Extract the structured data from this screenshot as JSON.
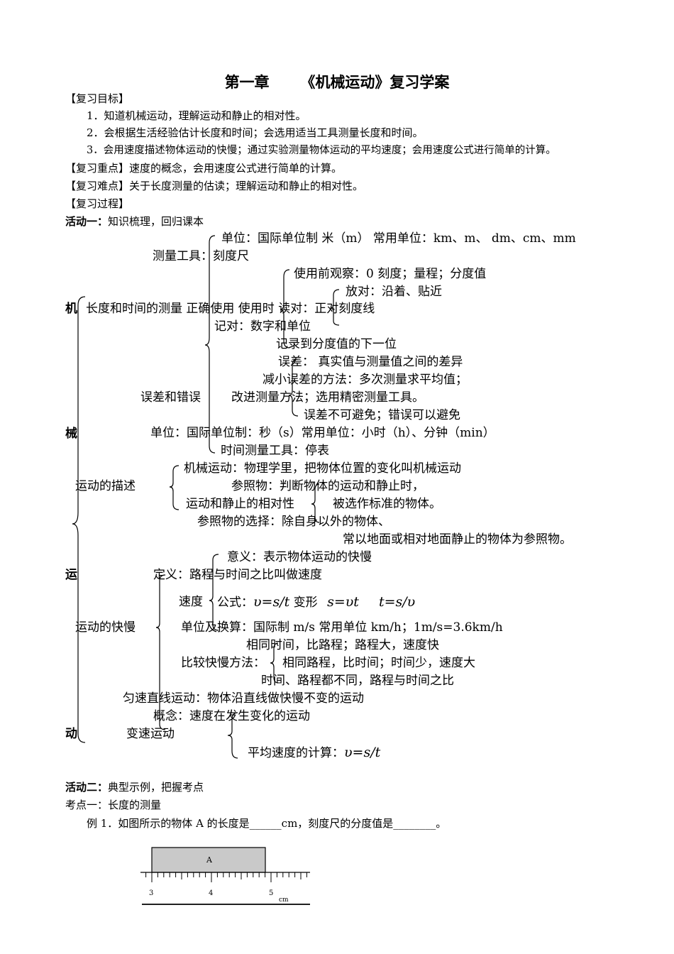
{
  "title": "第一章      《机械运动》复习学案",
  "objectives": {
    "heading": "【复习目标】",
    "items": [
      "1．知道机械运动，理解运动和静止的相对性。",
      "2．会根据生活经验估计长度和时间；会选用适当工具测量长度和时间。",
      "3．会用速度描述物体运动的快慢；通过实验测量物体运动的平均速度；会用速度公式进行简单的计算。"
    ]
  },
  "key_points": "【复习重点】速度的概念，会用速度公式进行简单的计算。",
  "difficulties": "【复习难点】关于长度测量的估读；理解运动和静止的相对性。",
  "process_heading": "【复习过程】",
  "activity1": {
    "label": "活动一：",
    "text": "知识梳理，回归课本"
  },
  "mindmap": {
    "root_chars": [
      "机",
      "械",
      "运",
      "动"
    ],
    "length_unit": "单位：国际单位制 米（m） 常用单位：km、m、 dm、cm、mm",
    "measure_tool": "测量工具：刻度尺",
    "before_use": "使用前观察：0 刻度；量程；分度值",
    "place_right": "放对：沿着、贴近",
    "measurement_row": "长度和时间的测量   正确使用  使用时  读对：正对刻度线",
    "record_right": "记对：数字和单位",
    "record_next": "记录到分度值的下一位",
    "error_def": "误差：  真实值与测量值之间的差异",
    "reduce_error": "减小误差的方法：多次测量求平均值；",
    "error_mistake": "误差和错误",
    "improve_method": "改进测量方法；选用精密测量工具。",
    "unavoidable": "误差不可避免；错误可以避免",
    "time_unit": "单位：国际单位制：秒（s）常用单位：小时（h）、分钟（min）",
    "time_tool": "时间测量工具：停表",
    "mech_motion": "机械运动：物理学里，把物体位置的变化叫机械运动",
    "motion_desc": "运动的描述",
    "reference_obj": "参照物：判断物体的运动和静止时，",
    "relativity": "运动和静止的相对性",
    "chosen_standard": "被选作标准的物体。",
    "ref_choice": "参照物的选择：除自身以外的物体、",
    "ground_ref": "常以地面或相对地面静止的物体为参照物。",
    "meaning": "意义：表示物体运动的快慢",
    "definition": "定义：路程与时间之比叫做速度",
    "speed": "速度",
    "formula_label": "公式：",
    "formula_v": "υ=s/t",
    "deform": " 变形 ",
    "formula_s": "s=υt",
    "formula_t": "t=s/υ",
    "motion_speed": "运动的快慢",
    "unit_conversion": "单位及换算：国际制 m/s 常用单位 km/h；1m/s=3.6km/h",
    "same_time": "相同时间，比路程；路程大，速度快",
    "compare_method": "比较快慢方法：",
    "same_distance": "相同路程，比时间；时间少，速度大",
    "diff_both": "时间、路程都不同，路程与时间之比",
    "uniform": "匀速直线运动：物体沿直线做快慢不变的运动",
    "concept": "概念：速度在发生变化的运动",
    "variable": "变速运动",
    "avg_speed_label": "平均速度的计算：",
    "avg_speed_formula": "υ=s/t"
  },
  "activity2": {
    "label": "活动二：",
    "text": "典型示例，把握考点"
  },
  "test_point1": "考点一：长度的测量",
  "example1": "例 1．如图所示的物体 A 的长度是______cm，刻度尺的分度值是________。",
  "ruler": {
    "object_label": "A",
    "tick_labels": [
      "3",
      "4",
      "5"
    ],
    "unit": "cm"
  }
}
